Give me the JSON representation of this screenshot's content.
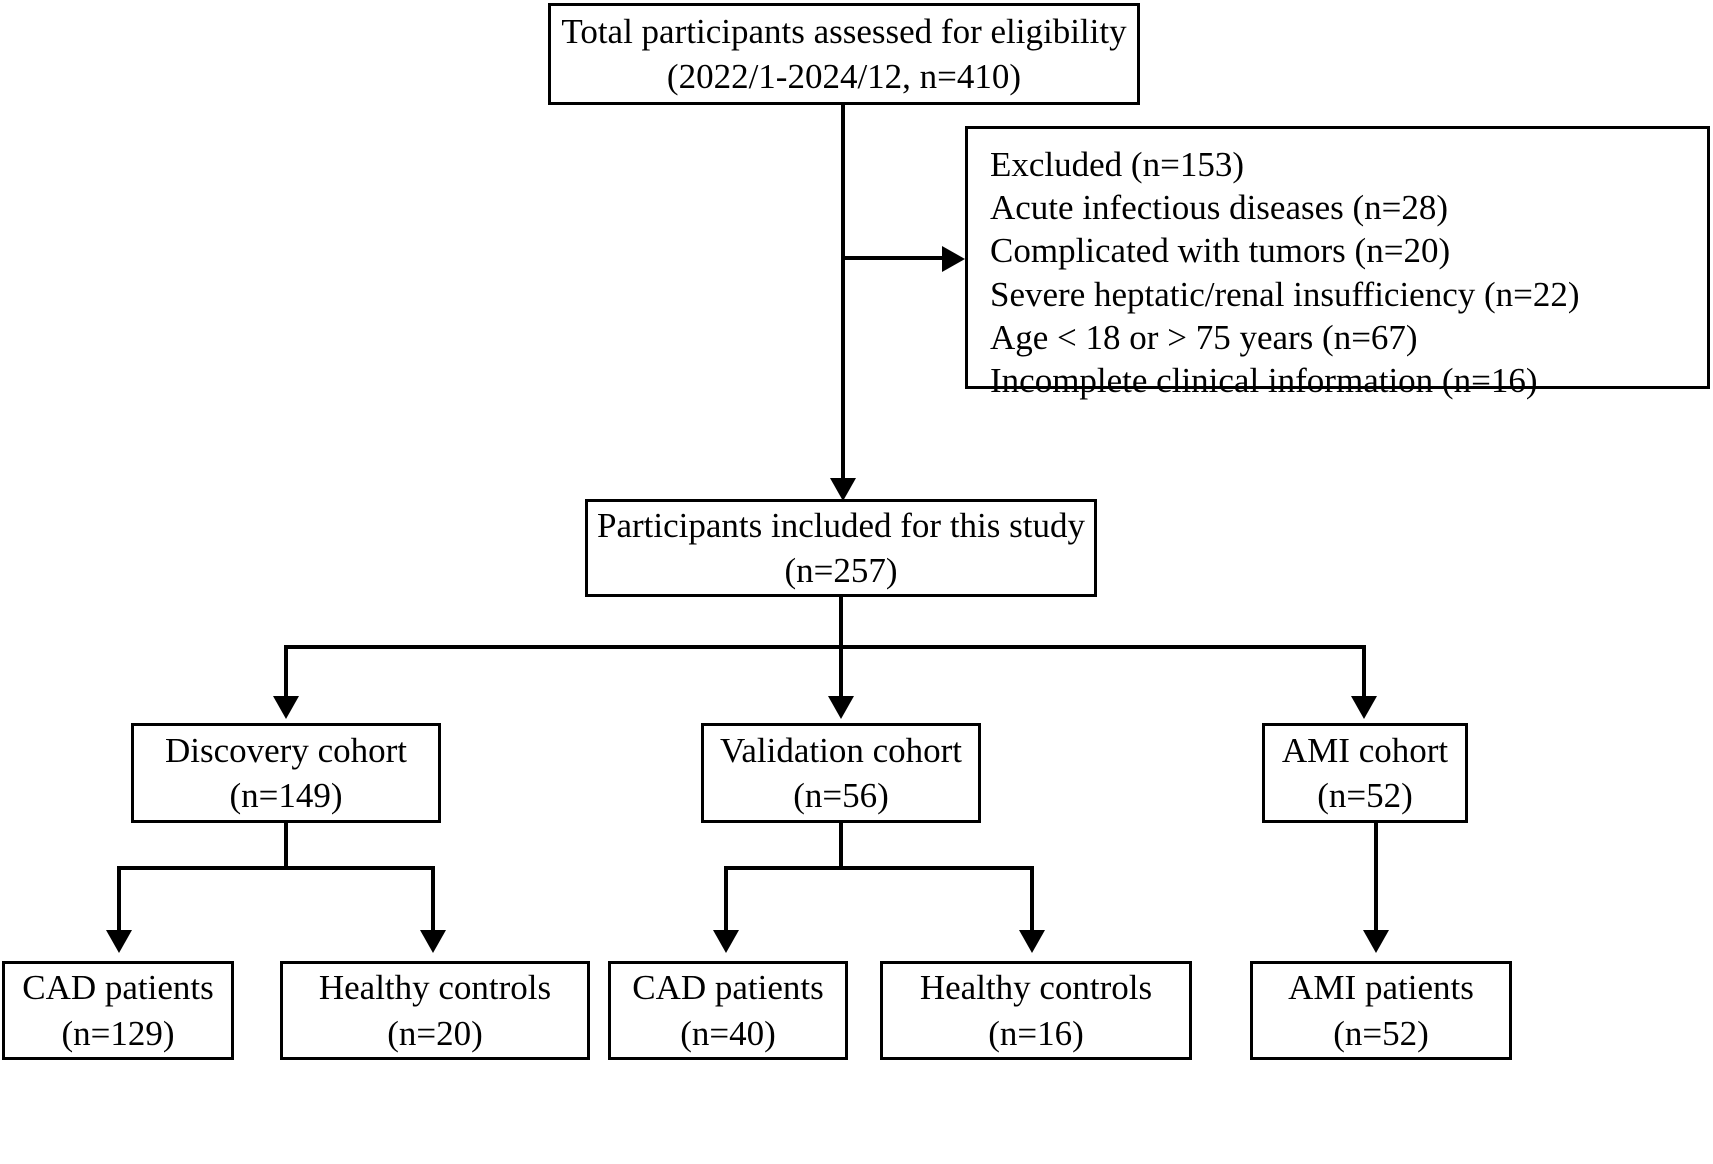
{
  "diagram": {
    "type": "flowchart",
    "title": "Participant enrollment flow diagram",
    "nodes": {
      "total": {
        "line1": "Total participants assessed for eligibility",
        "line2": "(2022/1-2024/12, n=410)"
      },
      "excluded": {
        "line1": "Excluded (n=153)",
        "line2": "Acute infectious diseases (n=28)",
        "line3": "Complicated with tumors (n=20)",
        "line4": "Severe heptatic/renal insufficiency (n=22)",
        "line5": "Age < 18 or > 75 years (n=67)",
        "line6": "Incomplete clinical information (n=16)"
      },
      "included": {
        "line1": "Participants included for this study",
        "line2": "(n=257)"
      },
      "discovery_cohort": {
        "line1": "Discovery cohort",
        "line2": "(n=149)"
      },
      "validation_cohort": {
        "line1": "Validation cohort",
        "line2": "(n=56)"
      },
      "ami_cohort": {
        "line1": "AMI cohort",
        "line2": "(n=52)"
      },
      "leaves": [
        {
          "line1": "CAD patients",
          "line2": "(n=129)"
        },
        {
          "line1": "Healthy controls",
          "line2": "(n=20)"
        },
        {
          "line1": "CAD patients",
          "line2": "(n=40)"
        },
        {
          "line1": "Healthy controls",
          "line2": "(n=16)"
        },
        {
          "line1": "AMI patients",
          "line2": "(n=52)"
        }
      ]
    },
    "colors": {
      "stroke": "#000000",
      "fill": "#ffffff",
      "text": "#000000"
    }
  }
}
